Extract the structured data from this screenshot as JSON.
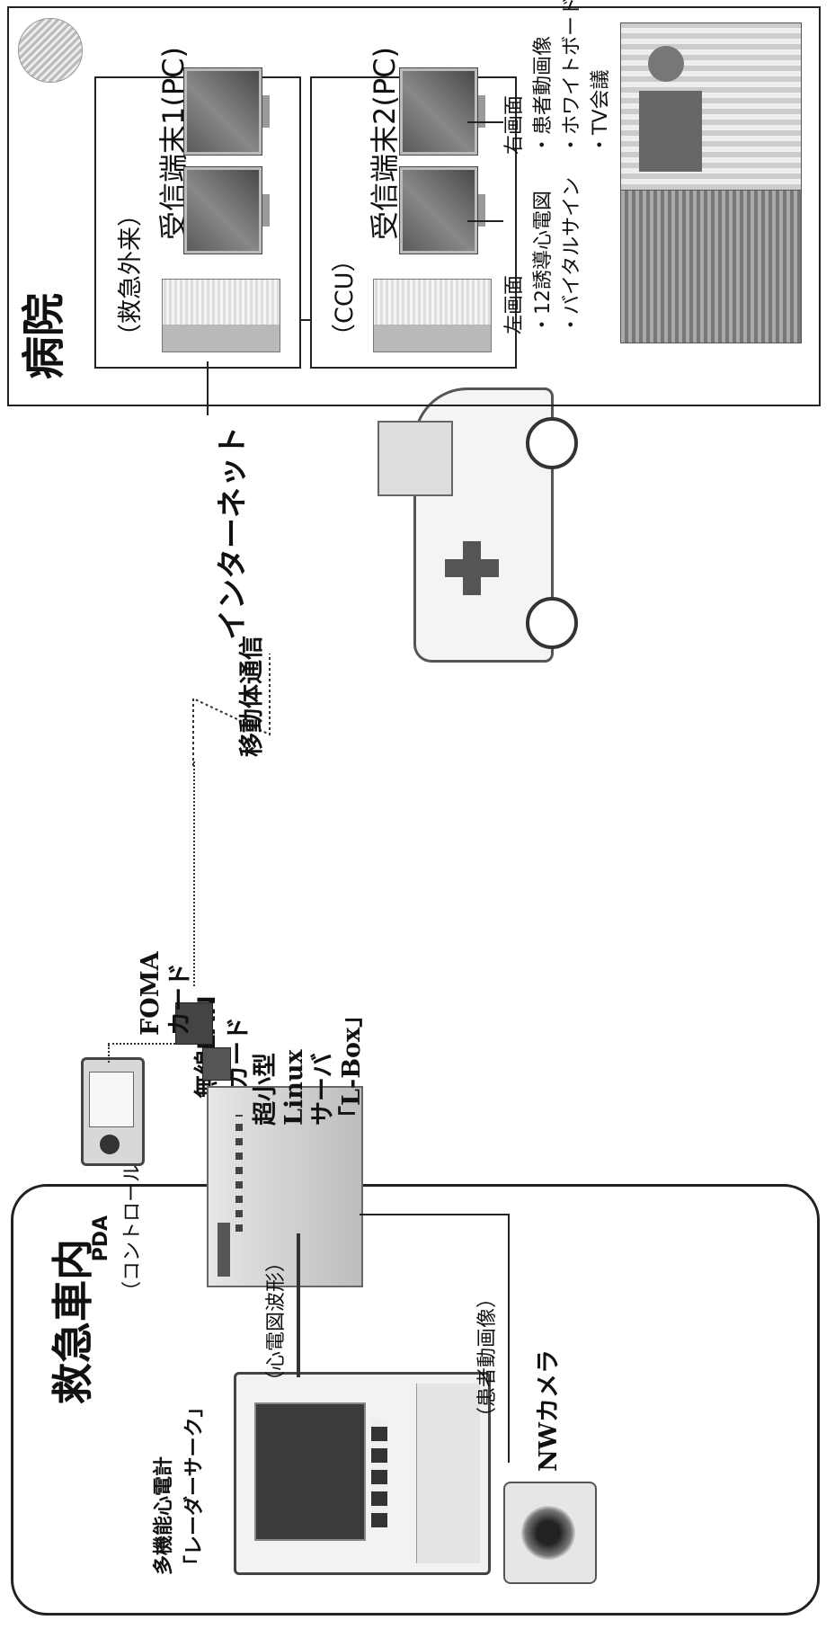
{
  "ambulance": {
    "title": "救急車内",
    "ecg_label_1": "多機能心電計",
    "ecg_label_2": "「レーダーサーク」",
    "pda_label_1": "PDA",
    "pda_label_2": "（コントロール用）",
    "wlan_label_1": "無線LAN",
    "wlan_label_2": "カード",
    "foma_label_1": "FOMA",
    "foma_label_2": "カード",
    "server_label_1": "超小型",
    "server_label_2": "Linux",
    "server_label_3": "サーバ",
    "server_label_4": "「L-Box」",
    "ecg_waveform": "（心電図波形）",
    "patient_video": "（患者動画像）",
    "camera_label": "NWカメラ"
  },
  "network": {
    "mobile": "移動体通信",
    "internet": "インターネット"
  },
  "hospital": {
    "title": "病院",
    "er_label": "（救急外来）",
    "terminal1": "受信端末1(PC)",
    "ccu_label": "（CCU）",
    "terminal2": "受信端末2(PC)",
    "left_screen": "左画面",
    "left_item_1": "・12誘導心電図",
    "left_item_2": "・バイタルサイン",
    "right_screen": "右画面",
    "right_item_1": "・患者動画像",
    "right_item_2": "・ホワイトボード",
    "right_item_3": "・TV会議"
  }
}
